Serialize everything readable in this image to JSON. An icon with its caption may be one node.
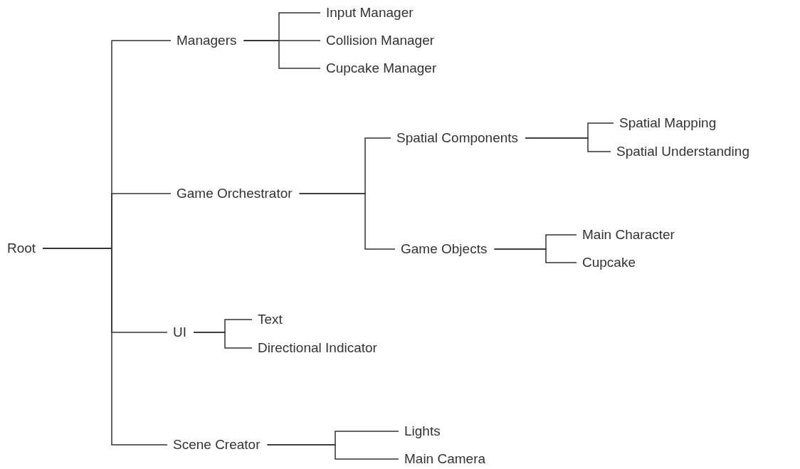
{
  "diagram": {
    "nodes": [
      {
        "text": [
          "Root"
        ]
      },
      {
        "text": [
          "Managers"
        ]
      },
      {
        "text": [
          "Input Manager"
        ]
      },
      {
        "text": [
          "Collision Manager"
        ]
      },
      {
        "text": [
          "Cupcake Manager"
        ]
      },
      {
        "text": [
          "Game Orchestrator"
        ]
      },
      {
        "text": [
          "Spatial Components"
        ]
      },
      {
        "text": [
          "Spatial Mapping"
        ]
      },
      {
        "text": [
          "Spatial Understanding"
        ]
      },
      {
        "text": [
          "Game Objects"
        ]
      },
      {
        "text": [
          "Main Character"
        ]
      },
      {
        "text": [
          "Cupcake"
        ]
      },
      {
        "text": [
          "UI"
        ]
      },
      {
        "text": [
          "Text"
        ]
      },
      {
        "text": [
          "Directional Indicator"
        ]
      },
      {
        "text": [
          "Scene Creator"
        ]
      },
      {
        "text": [
          "Lights"
        ]
      },
      {
        "text": [
          "Main Camera"
        ]
      }
    ],
    "edges": [
      {
        "from": 0,
        "to": 1,
        "arrow": "none"
      },
      {
        "from": 0,
        "to": 5,
        "arrow": "none"
      },
      {
        "from": 0,
        "to": 12,
        "arrow": "none"
      },
      {
        "from": 0,
        "to": 15,
        "arrow": "none"
      },
      {
        "from": 1,
        "to": 2,
        "arrow": "none"
      },
      {
        "from": 1,
        "to": 3,
        "arrow": "none"
      },
      {
        "from": 1,
        "to": 4,
        "arrow": "none"
      },
      {
        "from": 5,
        "to": 6,
        "arrow": "none"
      },
      {
        "from": 5,
        "to": 9,
        "arrow": "none"
      },
      {
        "from": 6,
        "to": 7,
        "arrow": "none"
      },
      {
        "from": 6,
        "to": 8,
        "arrow": "none"
      },
      {
        "from": 9,
        "to": 10,
        "arrow": "none"
      },
      {
        "from": 9,
        "to": 11,
        "arrow": "none"
      },
      {
        "from": 12,
        "to": 13,
        "arrow": "none"
      },
      {
        "from": 12,
        "to": 14,
        "arrow": "none"
      },
      {
        "from": 15,
        "to": 16,
        "arrow": "none"
      },
      {
        "from": 15,
        "to": 17,
        "arrow": "none"
      }
    ]
  }
}
